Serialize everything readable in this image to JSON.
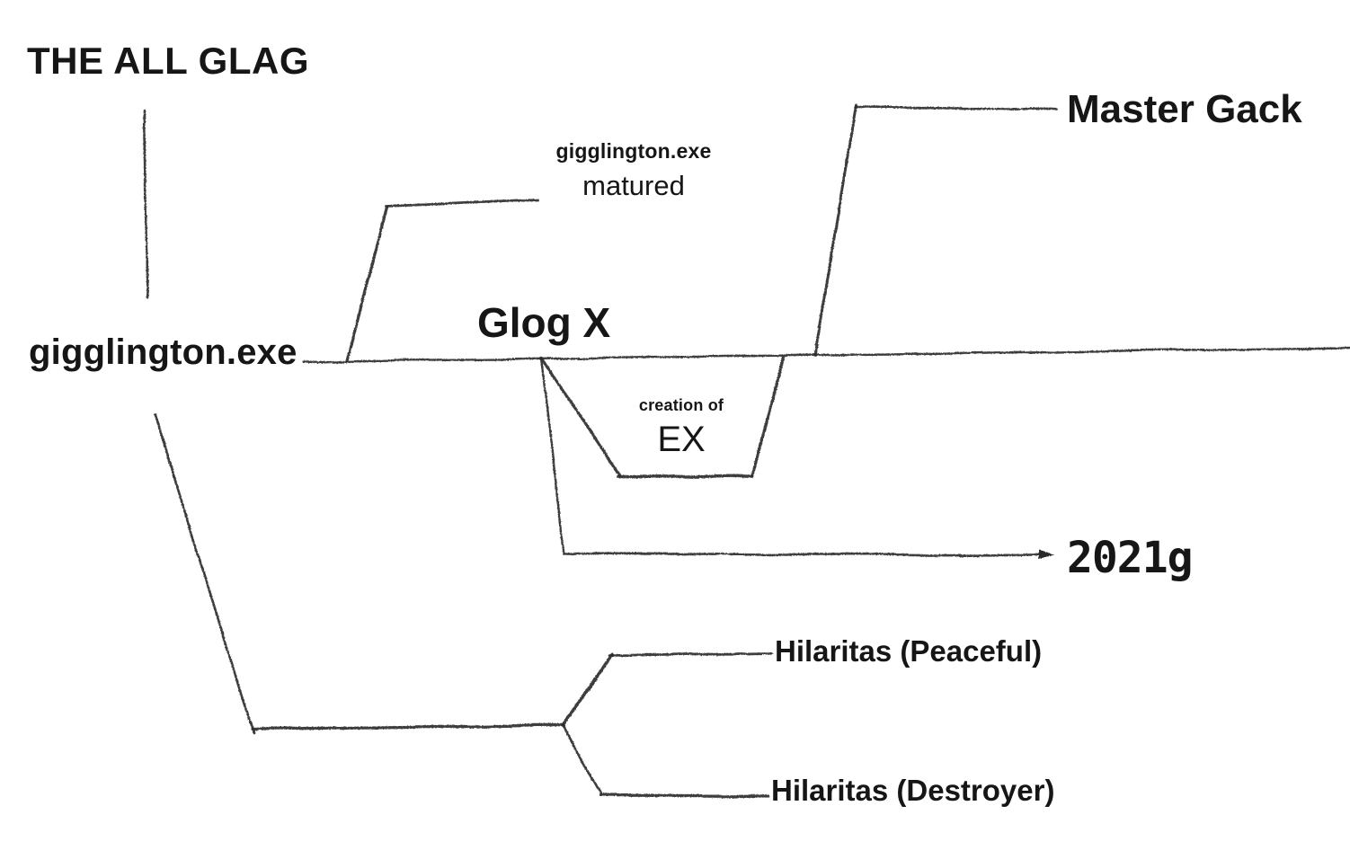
{
  "title": "THE ALL GLAG",
  "colors": {
    "ink": "#2b2b2b",
    "text": "#161616",
    "background": "#ffffff"
  },
  "diagram": {
    "root": {
      "label": "gigglington.exe"
    },
    "branches": {
      "matured": {
        "line1": "gigglington.exe",
        "line2": "matured"
      },
      "glog_x": {
        "label": "Glog X"
      },
      "ex_dip": {
        "line1": "creation of",
        "line2": "EX"
      },
      "master_gack": {
        "label": "Master Gack"
      },
      "g2021": {
        "label": "2021g"
      },
      "hilaritas_peaceful": {
        "label": "Hilaritas (Peaceful)"
      },
      "hilaritas_destroyer": {
        "label": "Hilaritas (Destroyer)"
      }
    }
  }
}
